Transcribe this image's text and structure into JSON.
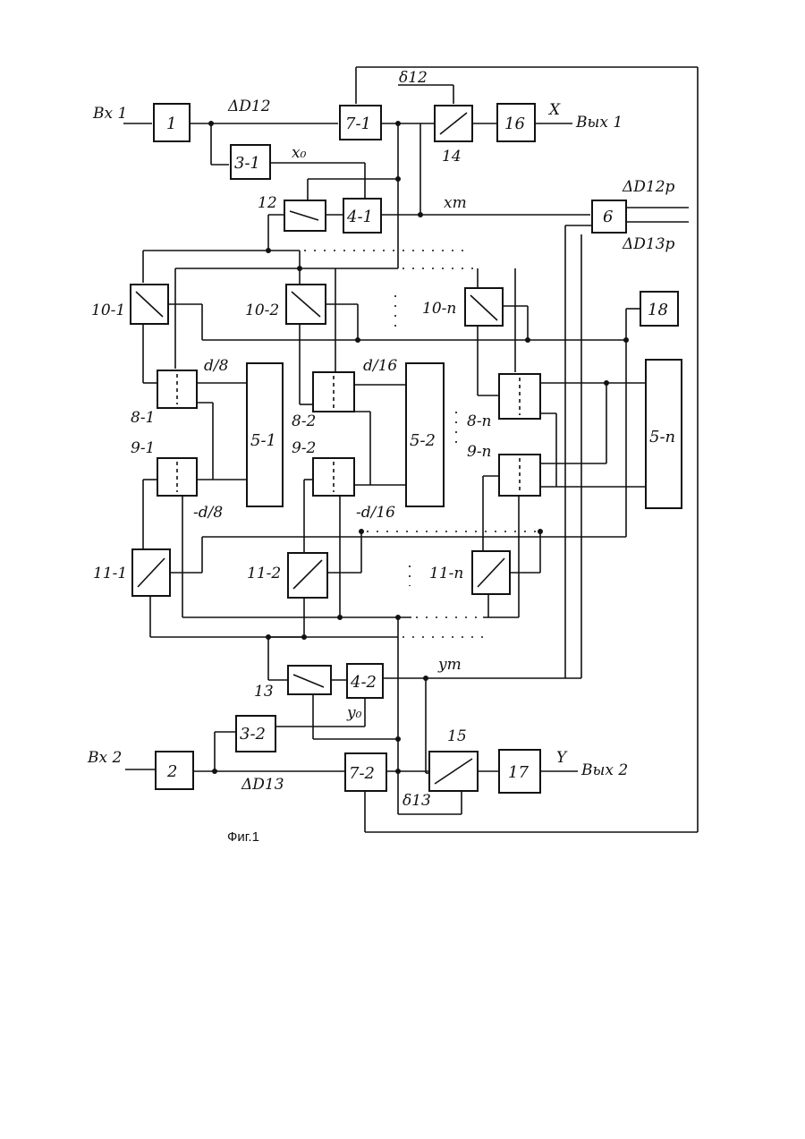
{
  "caption": "Фиг.1",
  "inputs": {
    "in1": "Вх 1",
    "in2": "Вх 2"
  },
  "outputs": {
    "out1": "Вых 1",
    "out2": "Вых 2",
    "x": "X",
    "y": "Y"
  },
  "signals": {
    "dD12": "ΔD12",
    "dD13": "ΔD13",
    "x0": "x₀",
    "y0": "y₀",
    "xT": "xт",
    "yT": "yт",
    "d12": "δ12",
    "d13": "δ13",
    "dD12p": "ΔD12р",
    "dD13p": "ΔD13р",
    "d8": "d/8",
    "d16": "d/16",
    "md8": "-d/8",
    "md16": "-d/16"
  },
  "blocks": {
    "b1": "1",
    "b2": "2",
    "b31": "3-1",
    "b32": "3-2",
    "b41": "4-1",
    "b42": "4-2",
    "b51": "5-1",
    "b52": "5-2",
    "b5n": "5-n",
    "b6": "6",
    "b71": "7-1",
    "b72": "7-2",
    "b16": "16",
    "b17": "17",
    "b18": "18"
  },
  "switch_labels": {
    "s12": "12",
    "s13": "13",
    "s14": "14",
    "s15": "15",
    "s101": "10-1",
    "s102": "10-2",
    "s10n": "10-n",
    "s81": "8-1",
    "s82": "8-2",
    "s8n": "8-n",
    "s91": "9-1",
    "s92": "9-2",
    "s9n": "9-n",
    "s111": "11-1",
    "s112": "11-2",
    "s11n": "11-n"
  }
}
